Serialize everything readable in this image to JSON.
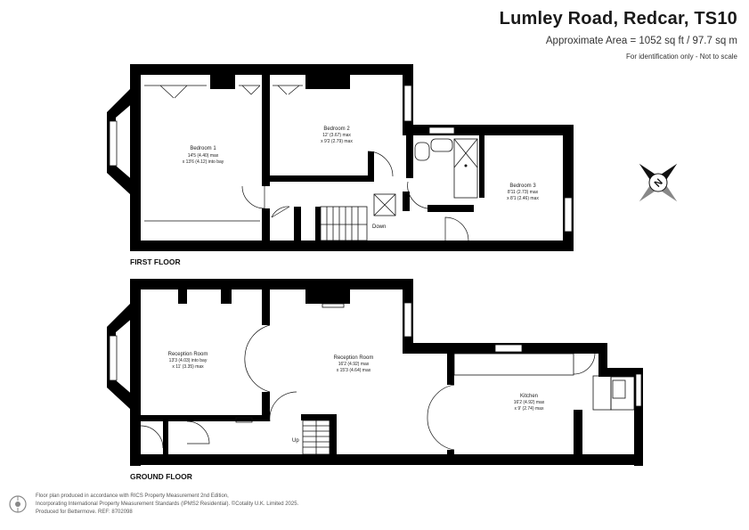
{
  "header": {
    "title": "Lumley Road, Redcar, TS10",
    "area": "Approximate Area = 1052 sq ft / 97.7 sq m",
    "identification": "For identification only - Not to scale"
  },
  "first_floor": {
    "label": "FIRST FLOOR",
    "rooms": [
      {
        "name": "Bedroom 1",
        "dim1": "14'5 (4.40) max",
        "dim2": "x 13'6 (4.12) into bay"
      },
      {
        "name": "Bedroom 2",
        "dim1": "12' (3.67) max",
        "dim2": "x 9'2 (2.79) max"
      },
      {
        "name": "Bedroom 3",
        "dim1": "8'11 (2.73) max",
        "dim2": "x 8'1 (2.46) max"
      }
    ],
    "stairs_label": "Down"
  },
  "ground_floor": {
    "label": "GROUND FLOOR",
    "rooms": [
      {
        "name": "Reception Room",
        "dim1": "13'3 (4.03) into bay",
        "dim2": "x 11' (3.35) max"
      },
      {
        "name": "Reception Room",
        "dim1": "16'2 (4.92) max",
        "dim2": "x 15'3 (4.64) max"
      },
      {
        "name": "Kitchen",
        "dim1": "16'2 (4.92) max",
        "dim2": "x 9' (2.74) max"
      }
    ],
    "stairs_label": "Up"
  },
  "compass": {
    "letter": "N",
    "icon": "compass-icon"
  },
  "footer": {
    "line1": "Floor plan produced in accordance with RICS Property Measurement 2nd Edition,",
    "line2": "Incorporating International Property Measurement Standards (IPMS2 Residential).  ©Cotality U.K. Limited 2025.",
    "line3": "Produced for Bettermove.   REF: 8702098"
  }
}
